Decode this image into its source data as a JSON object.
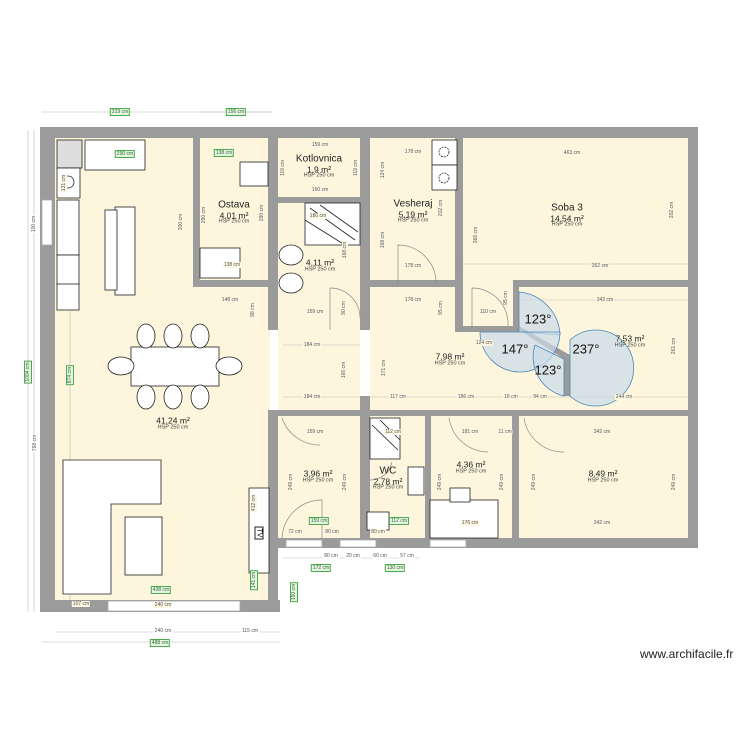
{
  "colors": {
    "floor": "#fdf6dc",
    "wall": "#9b9b9b",
    "door_arc": "#4a86b8",
    "door_fill": "#c9dcea",
    "dim_tag_border": "#4caa4c"
  },
  "rooms": [
    {
      "name": "Ostava",
      "area": "4,01 m²",
      "hsp": "HSP 250 cm"
    },
    {
      "name": "Kotlovnica",
      "area": "1,9 m²",
      "hsp": "HSP 250 cm"
    },
    {
      "name": "",
      "area": "4,11 m²",
      "hsp": "HSP 250 cm"
    },
    {
      "name": "Vesheraj",
      "area": "5,19 m²",
      "hsp": "HSP 250 cm"
    },
    {
      "name": "Soba 3",
      "area": "14,54 m²",
      "hsp": "HSP 250 cm"
    },
    {
      "name": "",
      "area": "41,24 m²",
      "hsp": "HSP 250 cm"
    },
    {
      "name": "",
      "area": "7,98 m²",
      "hsp": "HSP 250 cm"
    },
    {
      "name": "",
      "area": "7,53 m²",
      "hsp": "HSP 250 cm"
    },
    {
      "name": "",
      "area": "3,96 m²",
      "hsp": "HSP 250 cm"
    },
    {
      "name": "WC",
      "area": "2,78 m²",
      "hsp": "HSP 250 cm"
    },
    {
      "name": "",
      "area": "4,36 m²",
      "hsp": "HSP 250 cm"
    },
    {
      "name": "",
      "area": "8,49 m²",
      "hsp": "HSP 250 cm"
    }
  ],
  "angles": [
    "123°",
    "147°",
    "237°",
    "123°"
  ],
  "dimensions": {
    "top_319": "319 cm",
    "top_156": "156 cm",
    "kitchen_290": "290 cm",
    "ostava_138_top": "138 cm",
    "kot_159": "159 cm",
    "kot_160": "160 cm",
    "kot_119a": "119 cm",
    "kot_119b": "119 cm",
    "ost_300": "300 cm",
    "ost_290a": "290 cm",
    "ost_290b": "290 cm",
    "ost_138": "138 cm",
    "left_100": "100 cm",
    "left_1004": "1004 cm",
    "left_768": "768 cm",
    "inner_874": "874 cm",
    "left_131": "131 cm",
    "bath_180": "180 cm",
    "bath_168": "168 cm",
    "bath_159": "159 cm",
    "hall_148": "148 cm",
    "hall_98": "98 cm",
    "hall_184a": "184 cm",
    "hall_184b": "184 cm",
    "hall_166": "166 cm",
    "hall_90": "90 cm",
    "ves_178a": "178 cm",
    "ves_178b": "178 cm",
    "ves_178c": "178 cm",
    "ves_124": "124 cm",
    "ves_168": "168 cm",
    "ves_202": "202 cm",
    "soba_463": "463 cm",
    "soba_352": "352 cm",
    "soba_366": "366 cm",
    "soba_202": "202 cm",
    "r753_342": "342 cm",
    "r753_261": "261 cm",
    "r753_244": "244 cm",
    "cor_110": "110 cm",
    "cor_95": "95 cm",
    "cor_124": "124 cm",
    "cor_171": "171 cm",
    "cor_95b": "95 cm",
    "row_117": "117 cm",
    "row_186": "186 cm",
    "row_16": "16 cm",
    "row_94": "94 cm",
    "low_159": "159 cm",
    "low_112": "112 cm",
    "low_181": "181 cm",
    "low_11": "11 cm",
    "low_342a": "342 cm",
    "low_342b": "342 cm",
    "low_249a": "249 cm",
    "low_249b": "249 cm",
    "low_249c": "249 cm",
    "low_249d": "249 cm",
    "low_249e": "249 cm",
    "low_249f": "249 cm",
    "low_159g": "159 cm",
    "low_112g": "112 cm",
    "low_72": "72 cm",
    "low_80": "80 cm",
    "low_80b": "80 cm",
    "low_176": "176 cm",
    "bot_80": "80 cm",
    "bot_20": "20 cm",
    "bot_60": "60 cm",
    "bot_57": "57 cm",
    "bot_172": "172 cm",
    "bot_130": "130 cm",
    "tv_412": "412 cm",
    "tv_141": "141 cm",
    "r_150": "150 cm",
    "liv_438": "438 cm",
    "liv_107": "107 cm",
    "liv_240a": "240 cm",
    "liv_240b": "240 cm",
    "liv_115": "115 cm",
    "liv_488": "488 cm"
  },
  "furniture": {
    "tv_label": "TV"
  },
  "watermark": "www.archifacile.fr"
}
